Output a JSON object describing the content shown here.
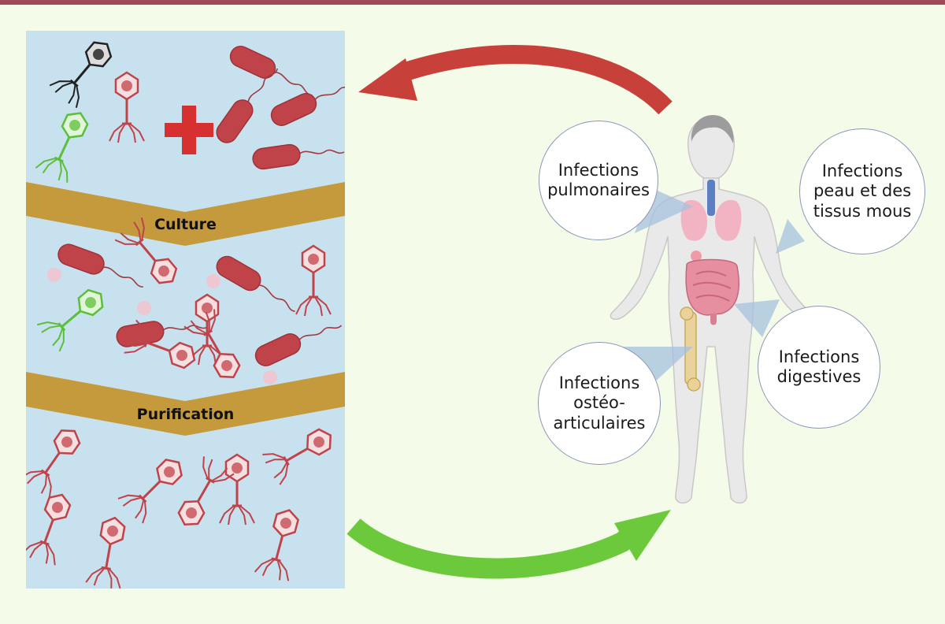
{
  "steps": {
    "culture": "Culture",
    "purification": "Purification"
  },
  "infections": {
    "pulmonary": "Infections\npulmonaires",
    "skin": "Infections\npeau et des\ntissus mous",
    "digestive": "Infections\ndigestives",
    "osteo": "Infections\nostéo-\narticulaires"
  },
  "colors": {
    "frame_accent": "#a04a57",
    "panel_bg": "#c7e1ee",
    "band": "#c49a3c",
    "phage": "#c0434a",
    "bacteria": "#c0434a",
    "phage_green": "#5cbf3a",
    "arrow_red": "#c8403a",
    "arrow_green": "#6cc93b",
    "plus": "#d63030"
  },
  "icons": [
    "bacteriophage-icon",
    "bacterium-icon",
    "plus-icon",
    "human-body-icon"
  ]
}
